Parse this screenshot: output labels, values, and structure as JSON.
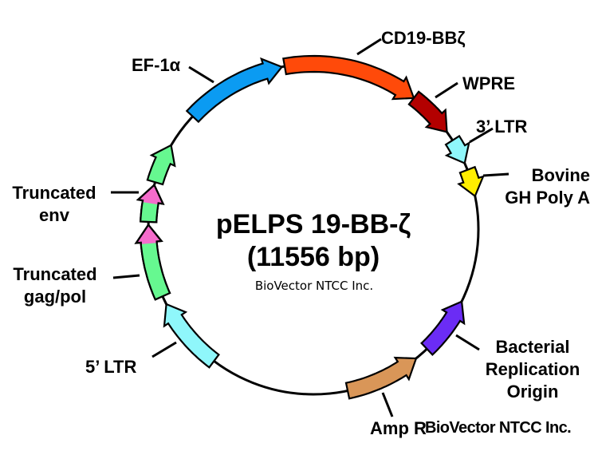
{
  "title": "pELPS 19-BB-ζ",
  "size": "(11556 bp)",
  "watermark_center": "BioVector NTCC Inc.",
  "watermark_bottom": "BioVector NTCC Inc.",
  "colors": {
    "backbone": "#000000",
    "ef1a": "#0b9bf2",
    "cd19": "#ff4a0a",
    "wpre": "#b30000",
    "ltr": "#8ff7fb",
    "polyA": "#ffee00",
    "ori": "#6b2cf5",
    "ampR": "#d99658",
    "green": "#66f890",
    "pink": "#f56ccc"
  },
  "features": [
    {
      "id": "ef1a",
      "name": "EF-1α",
      "start_deg": -47,
      "end_deg": -11,
      "color": "ef1a",
      "arrow": true
    },
    {
      "id": "cd19",
      "name": "CD19-BBζ",
      "start_deg": -10,
      "end_deg": 37.5,
      "color": "cd19",
      "arrow": true
    },
    {
      "id": "wpre",
      "name": "WPRE",
      "start_deg": 37.5,
      "end_deg": 54,
      "color": "wpre",
      "arrow": true
    },
    {
      "id": "ltr3",
      "name": "3’ LTR",
      "start_deg": 57.5,
      "end_deg": 66.5,
      "color": "ltr",
      "arrow": true
    },
    {
      "id": "polyA",
      "name": "Bovine GH Poly A",
      "start_deg": 69,
      "end_deg": 78.5,
      "color": "polyA",
      "arrow": true
    },
    {
      "id": "ori",
      "name": "Bacterial Replication Origin",
      "start_deg": 136.5,
      "end_deg": 116,
      "color": "ori",
      "arrow": true
    },
    {
      "id": "ampR",
      "name": "Amp R",
      "start_deg": 168,
      "end_deg": 141.5,
      "color": "ampR",
      "arrow": true
    },
    {
      "id": "ltr5",
      "name": "5’ LTR",
      "start_deg": 217,
      "end_deg": 243,
      "color": "ltr",
      "arrow": true
    },
    {
      "id": "gagpol",
      "name": "Truncated gag/pol",
      "start_deg": 246,
      "end_deg": 271.5,
      "color": "green",
      "arrow": true,
      "tip_color": "pink",
      "tip_start_deg": 265
    },
    {
      "id": "env",
      "name": "Truncated env",
      "start_deg": 272.5,
      "end_deg": 285.5,
      "color": "green",
      "arrow": true,
      "tip_color": "pink",
      "tip_start_deg": 279
    },
    {
      "id": "env2",
      "name": "",
      "start_deg": 286.5,
      "end_deg": 300.5,
      "color": "green",
      "arrow": true
    }
  ],
  "labels": {
    "ef1a": "EF-1α",
    "cd19": "CD19-BBζ",
    "wpre": "WPRE",
    "ltr3": "3’ LTR",
    "polyA_1": "Bovine",
    "polyA_2": "GH Poly A",
    "env_1": "Truncated",
    "env_2": "env",
    "gagpol_1": "Truncated",
    "gagpol_2": "gag/pol",
    "ltr5": "5’ LTR",
    "ori_1": "Bacterial",
    "ori_2": "Replication",
    "ori_3": "Origin",
    "ampR": "Amp R"
  }
}
